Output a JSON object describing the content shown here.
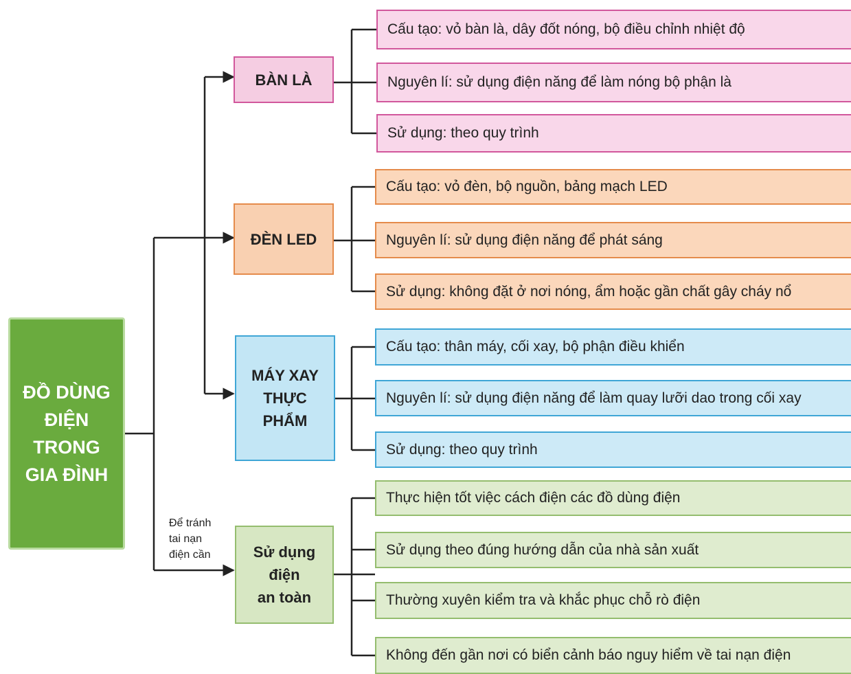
{
  "root": "ĐỒ DÙNG\nĐIỆN\nTRONG\nGIA ĐÌNH",
  "branch_note": "Để tránh\ntai nạn\nđiện cần",
  "categories": [
    {
      "label": "BÀN LÀ",
      "color": "pink",
      "items": [
        "Cấu tạo: vỏ bàn là, dây đốt nóng, bộ điều chỉnh nhiệt độ",
        "Nguyên lí: sử dụng điện năng để làm nóng bộ phận là",
        "Sử dụng: theo quy trình"
      ]
    },
    {
      "label": "ĐÈN LED",
      "color": "orange",
      "items": [
        "Cấu tạo: vỏ đèn, bộ nguồn, bảng mạch LED",
        "Nguyên lí: sử dụng điện năng để phát sáng",
        "Sử dụng: không đặt ở nơi nóng, ẩm hoặc gần chất gây cháy nổ"
      ]
    },
    {
      "label": "MÁY XAY\nTHỰC\nPHẨM",
      "color": "blue",
      "items": [
        "Cấu tạo: thân máy, cối xay, bộ phận điều khiển",
        "Nguyên lí: sử dụng điện năng để làm quay lưỡi dao trong cối xay",
        "Sử dụng: theo quy trình"
      ]
    },
    {
      "label": "Sử dụng\nđiện\nan toàn",
      "color": "green",
      "items": [
        "Thực hiện tốt việc cách điện các đồ dùng điện",
        "Sử dụng theo đúng hướng dẫn của nhà sản xuất",
        "Thường xuyên kiểm tra và khắc phục chỗ rò điện",
        "Không đến gần nơi có biển cảnh báo nguy hiểm về tai nạn điện"
      ]
    }
  ],
  "colors": {
    "pink": "#d1579c",
    "orange": "#e58b4b",
    "blue": "#3fa6d6",
    "green": "#94bd6e",
    "root": "#6aab3e"
  }
}
